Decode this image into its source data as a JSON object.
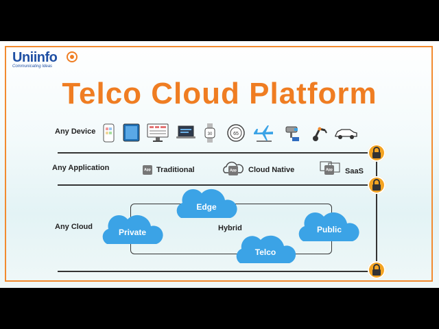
{
  "logo": {
    "name": "Uniinfo",
    "tagline": "Communicating Ideas"
  },
  "title": "Telco Cloud Platform",
  "rows": {
    "device": "Any Device",
    "application": "Any Application",
    "cloud": "Any Cloud"
  },
  "devices": [
    "phone-icon",
    "tablet-icon",
    "desktop-icon",
    "laptop-icon",
    "smartwatch-icon",
    "speed-sign-icon",
    "airplane-icon",
    "cctv-camera-icon",
    "robot-arm-icon",
    "car-icon"
  ],
  "apps": [
    {
      "badge": "App",
      "label": "Traditional"
    },
    {
      "badge": "App",
      "label": "Cloud Native"
    },
    {
      "badge": "App",
      "label": "SaaS"
    }
  ],
  "speed_value": "65",
  "clouds": {
    "edge": "Edge",
    "private": "Private",
    "public": "Public",
    "telco": "Telco",
    "hybrid": "Hybrid"
  },
  "colors": {
    "accent": "#ef7d22",
    "cloud": "#3ba3e6",
    "lock": "#f4a422",
    "brand": "#1f4fa3"
  }
}
